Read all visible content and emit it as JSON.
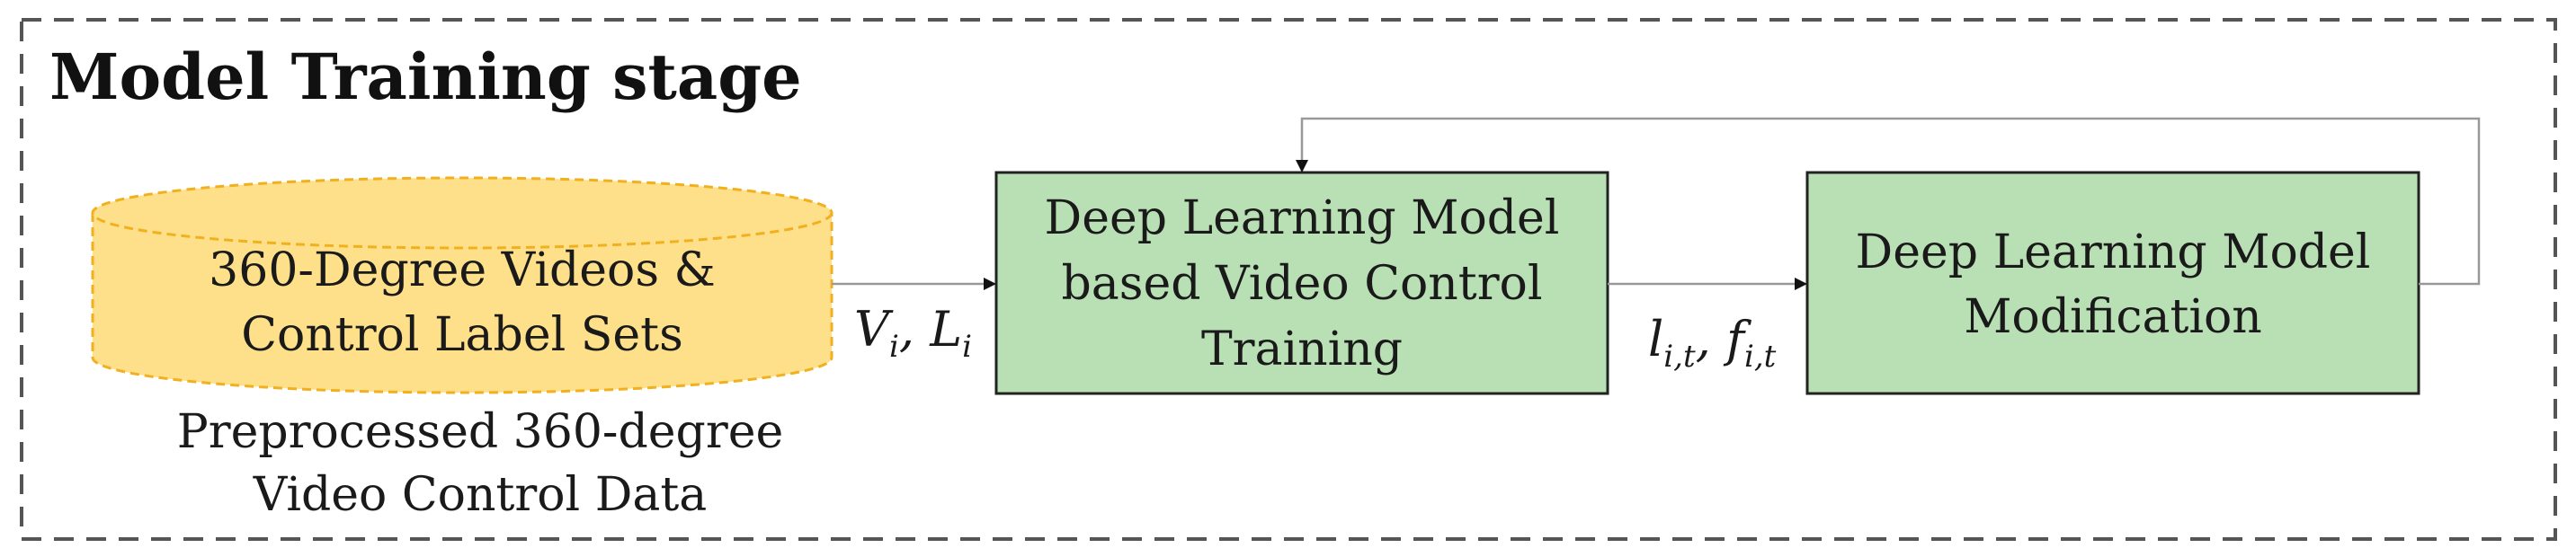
{
  "stage_title": "Model Training stage",
  "database": {
    "label_line1": "360-Degree Videos &",
    "label_line2": "Control Label Sets",
    "caption_line1": "Preprocessed 360-degree",
    "caption_line2": "Video Control Data",
    "fill_color": "#FFE08A",
    "stroke_color": "#F2B01E"
  },
  "training_box": {
    "line1": "Deep Learning Model",
    "line2": "based Video Control",
    "line3": "Training",
    "fill_color": "#B9E0B4"
  },
  "modification_box": {
    "line1": "Deep Learning Model",
    "line2": "Modification",
    "fill_color": "#B9E0B4"
  },
  "edge_input": {
    "v": "V",
    "v_sub": "i",
    "sep": ", ",
    "l": "L",
    "l_sub": "i"
  },
  "edge_output": {
    "l": "l",
    "l_sub": "i,t",
    "sep": ", ",
    "f": "f",
    "f_sub": "i,t"
  }
}
